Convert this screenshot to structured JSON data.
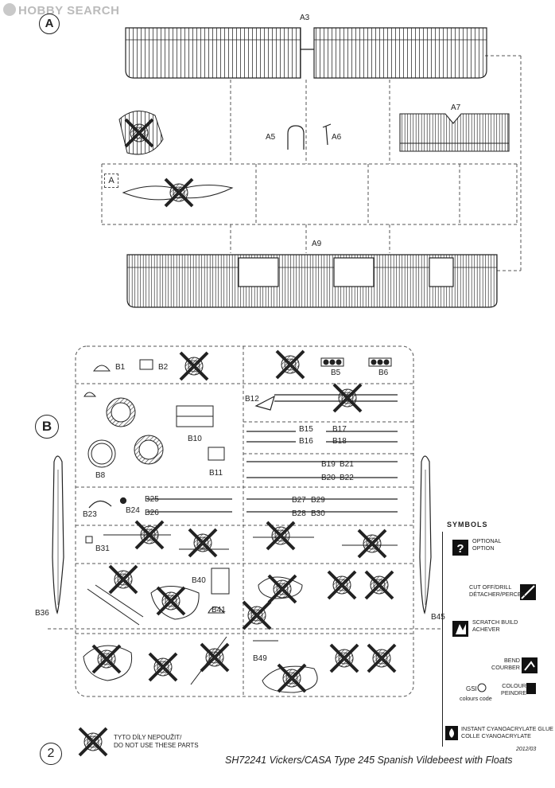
{
  "watermark": {
    "text": "HOBBY SEARCH"
  },
  "sprues": {
    "a": {
      "letter": "A",
      "frame_tag": "A",
      "parts": {
        "a3": "A3",
        "a5": "A5",
        "a6": "A6",
        "a7": "A7",
        "a9": "A9"
      }
    },
    "b": {
      "letter": "B",
      "parts": {
        "b1": "B1",
        "b2": "B2",
        "b5": "B5",
        "b6": "B6",
        "b8": "B8",
        "b10": "B10",
        "b11": "B11",
        "b12": "B12",
        "b15": "B15",
        "b16": "B16",
        "b17": "B17",
        "b18": "B18",
        "b19": "B19",
        "b20": "B20",
        "b21": "B21",
        "b22": "B22",
        "b23": "B23",
        "b24": "B24",
        "b25": "B25",
        "b26": "B26",
        "b27": "B27",
        "b28": "B28",
        "b29": "B29",
        "b30": "B30",
        "b31": "B31",
        "b36": "B36",
        "b40": "B40",
        "b41": "B41",
        "b45": "B45",
        "b49": "B49"
      }
    }
  },
  "symbols": {
    "title": "SYMBOLS",
    "optional_line1": "OPTIONAL",
    "optional_line2": "OPTION",
    "cut_line1": "CUT OFF/DRILL",
    "cut_line2": "DÉTACHER/PERCER",
    "scratch_line1": "SCRATCH BUILD",
    "scratch_line2": "ACHEVER",
    "bend_line1": "BEND",
    "bend_line2": "COURBER",
    "colour_line1": "COLOUR",
    "colour_line2": "PEINDRE",
    "gsi": "GSI",
    "colours_code": "colours code",
    "glue_line1": "INSTANT CYANOACRYLATE GLUE",
    "glue_line2": "COLLE CYANOACRYLATE"
  },
  "notice": {
    "line1": "TYTO DÍLY NEPOUŽIT/",
    "line2": "DO NOT USE THESE PARTS"
  },
  "footer": {
    "page_number": "2",
    "date": "2012/03",
    "title": "SH72241 Vickers/CASA Type 245 Spanish Vildebeest with Floats"
  }
}
